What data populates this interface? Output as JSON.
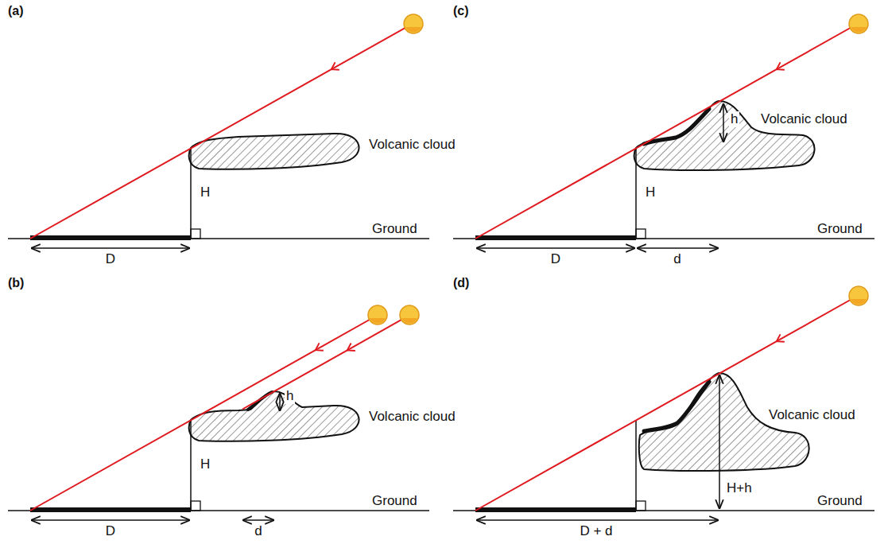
{
  "diagram": {
    "labels": [
      "(a)",
      "Volcanic cloud",
      "H",
      "Ground",
      "D",
      "(c)",
      "h",
      "Volcanic cloud",
      "H",
      "Ground",
      "D",
      "d",
      "(b)",
      "h",
      "Volcanic cloud",
      "H",
      "Ground",
      "D",
      "d",
      "(d)",
      "Volcanic cloud",
      "H+h",
      "Ground",
      "D + d"
    ]
  }
}
